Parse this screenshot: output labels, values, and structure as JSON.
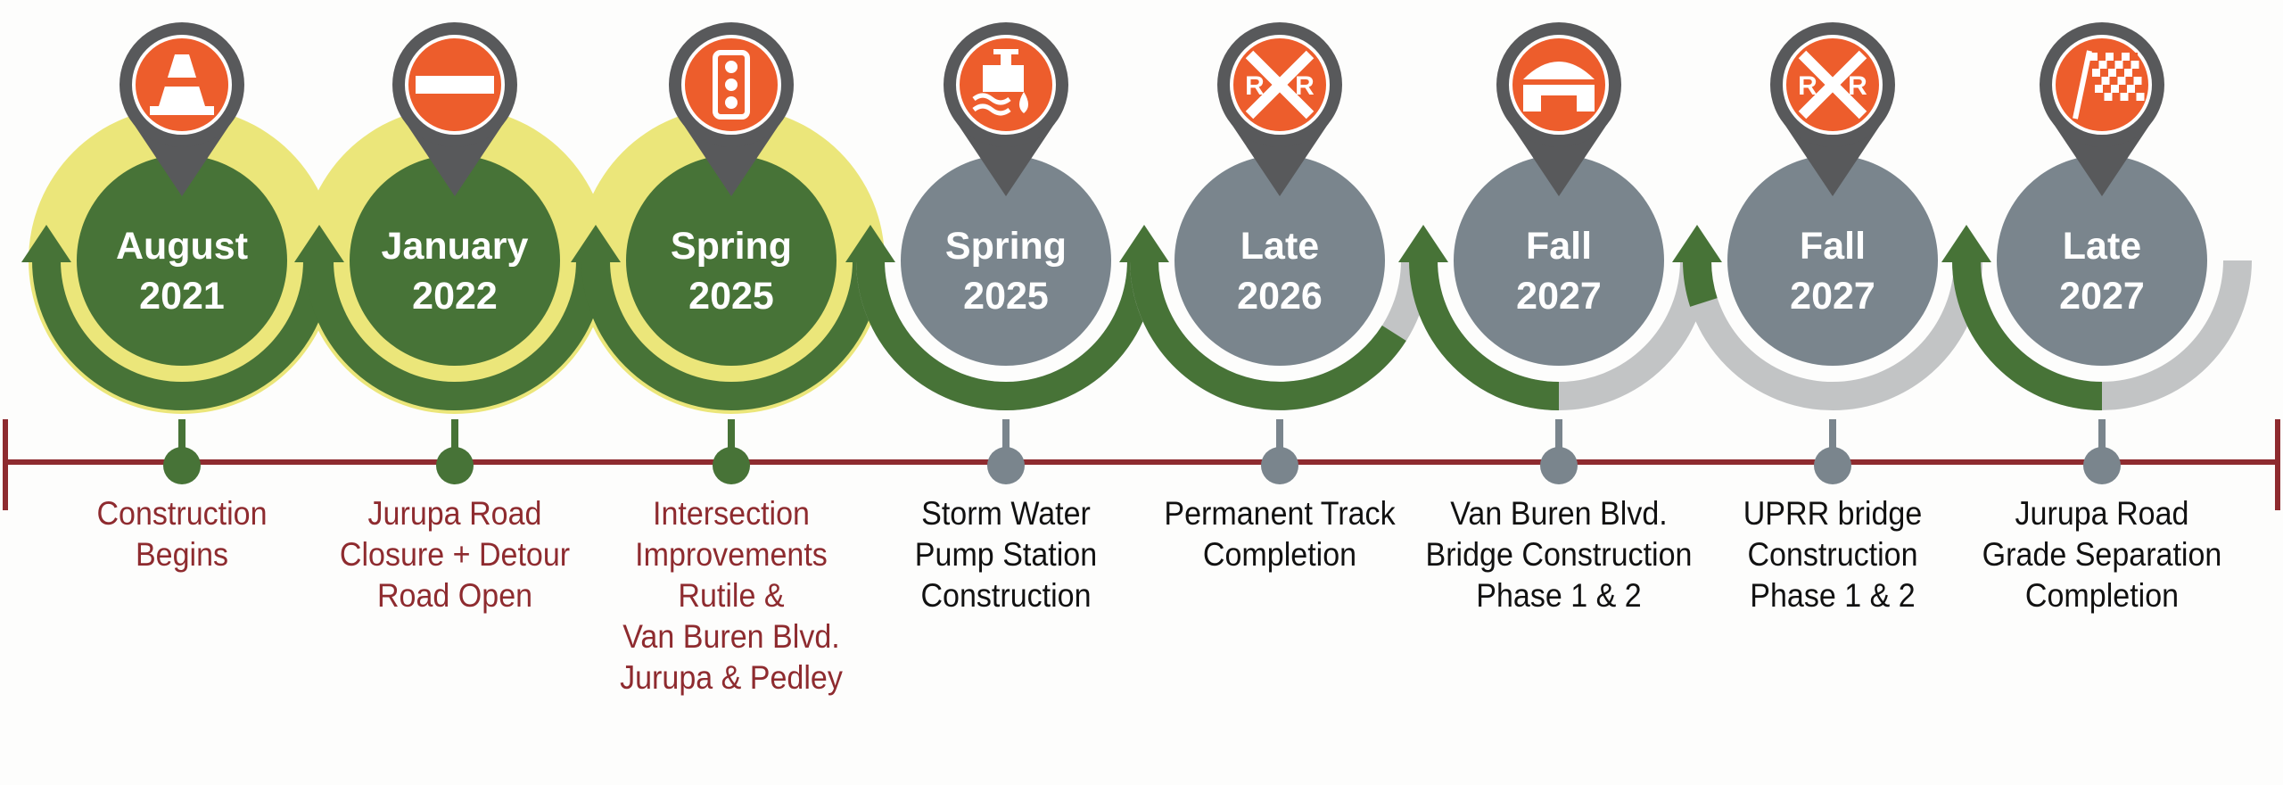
{
  "colors": {
    "done_circle": "#477337",
    "todo_circle": "#7a858d",
    "done_arc": "#477337",
    "todo_arc": "#c2c4c5",
    "halo": "#ebe67a",
    "pin": "#58595b",
    "icon_bg": "#ed5d2c",
    "axis": "#8e2b2f",
    "done_label": "#8e2b2f",
    "todo_label": "#111111"
  },
  "milestones": [
    {
      "date1": "August",
      "date2": "2021",
      "label": "Construction\nBegins",
      "status": "complete",
      "icon": "traffic-cone-icon",
      "progress": 1.0
    },
    {
      "date1": "January",
      "date2": "2022",
      "label": "Jurupa Road\nClosure + Detour\nRoad Open",
      "status": "complete",
      "icon": "no-entry-icon",
      "progress": 1.0
    },
    {
      "date1": "Spring",
      "date2": "2025",
      "label": "Intersection\nImprovements\nRutile &\nVan Buren Blvd.\nJurupa & Pedley",
      "status": "complete",
      "icon": "traffic-light-icon",
      "progress": 1.0
    },
    {
      "date1": "Spring",
      "date2": "2025",
      "label": "Storm Water\nPump Station\nConstruction",
      "status": "upcoming",
      "icon": "water-pump-icon",
      "progress": 1.0
    },
    {
      "date1": "Late",
      "date2": "2026",
      "label": "Permanent Track\nCompletion",
      "status": "upcoming",
      "icon": "railroad-crossing-icon",
      "progress": 0.82
    },
    {
      "date1": "Fall",
      "date2": "2027",
      "label": "Van Buren Blvd.\nBridge Construction\nPhase 1 & 2",
      "status": "upcoming",
      "icon": "bridge-icon",
      "progress": 0.5
    },
    {
      "date1": "Fall",
      "date2": "2027",
      "label": "UPRR bridge\nConstruction\nPhase 1 & 2",
      "status": "upcoming",
      "icon": "railroad-crossing-icon",
      "progress": 0.1
    },
    {
      "date1": "Late",
      "date2": "2027",
      "label": "Jurupa Road\nGrade Separation\nCompletion",
      "status": "upcoming",
      "icon": "checkered-flag-icon",
      "progress": 0.5
    }
  ]
}
